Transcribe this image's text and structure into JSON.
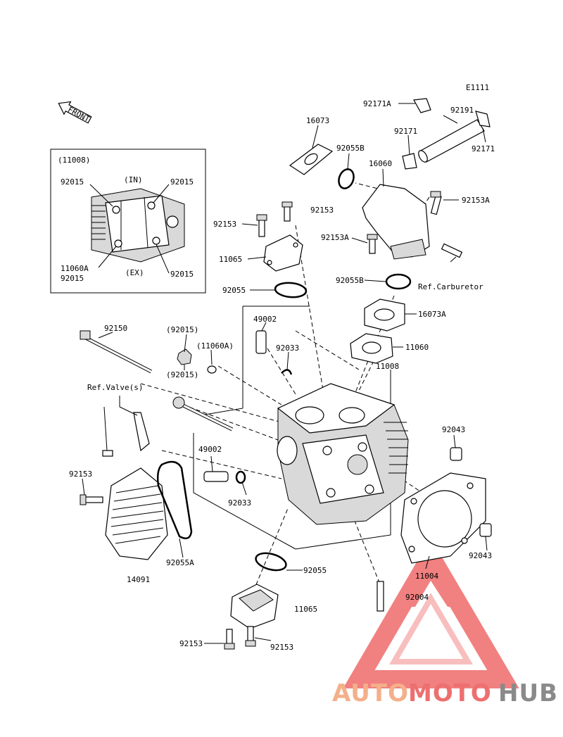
{
  "diagram_code": "E1111",
  "front_arrow_label": "FRONT",
  "inset": {
    "title": "(11008)",
    "in_label": "(IN)",
    "ex_label": "(EX)",
    "labels": [
      "92015",
      "92015",
      "11060A",
      "92015",
      "92015"
    ]
  },
  "parts": {
    "p92171A": "92171A",
    "p92191": "92191",
    "p92171_left": "92171",
    "p92171_right": "92171",
    "p16073": "16073",
    "p92055B_top": "92055B",
    "p16060": "16060",
    "p92153_mid": "92153",
    "p92153A_right": "92153A",
    "p92153_left": "92153",
    "p92153A_mid": "92153A",
    "p11065_top": "11065",
    "p92055B_low": "92055B",
    "refCarb": "Ref.Carburetor",
    "p92055_top": "92055",
    "p16073A": "16073A",
    "p49002_top": "49002",
    "p92150": "92150",
    "p92015_paren1": "(92015)",
    "p11060A_paren": "(11060A)",
    "p92015_paren2": "(92015)",
    "p92033_top": "92033",
    "p11060": "11060",
    "p11008": "11008",
    "refValve": "Ref.Valve(s)",
    "p92043_top": "92043",
    "p49002_low": "49002",
    "p92153_lower_left": "92153",
    "p92033_low": "92033",
    "p92055A": "92055A",
    "p92043_low": "92043",
    "p14091": "14091",
    "p92055_low": "92055",
    "p11004": "11004",
    "p92004": "92004",
    "p11065_low": "11065",
    "p92153_bot_left": "92153",
    "p92153_bot_right": "92153"
  },
  "watermark": {
    "auto": "AUTO",
    "moto": "MOTO",
    "hub": "HUB",
    "colors": {
      "auto": "#f5b48f",
      "moto": "#ee6f6f",
      "hub": "#8a8a8a",
      "triangle": "#ee5555"
    }
  }
}
